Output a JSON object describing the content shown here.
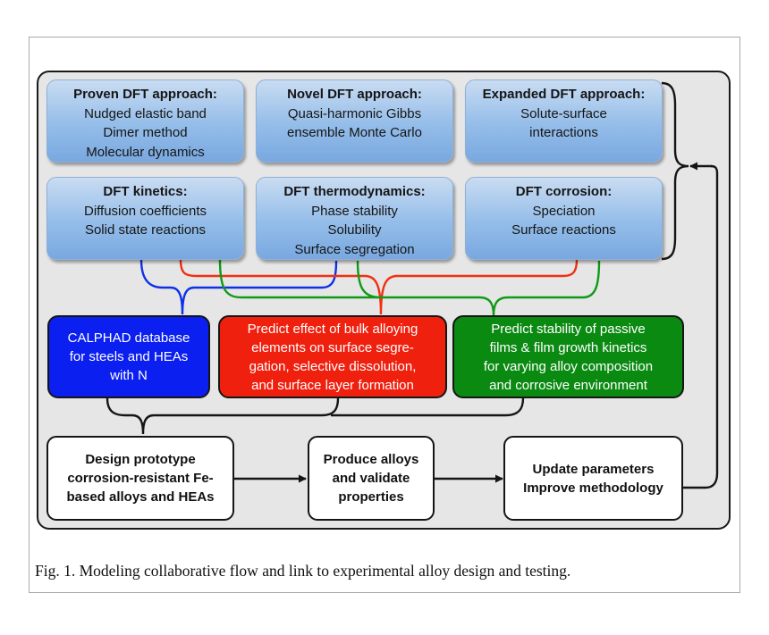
{
  "diagram": {
    "dft_boxes": [
      {
        "title": "Proven DFT approach:",
        "lines": [
          "Nudged elastic band",
          "Dimer method",
          "Molecular dynamics"
        ]
      },
      {
        "title": "Novel DFT approach:",
        "lines": [
          "Quasi-harmonic Gibbs",
          "ensemble Monte Carlo"
        ]
      },
      {
        "title": "Expanded DFT approach:",
        "lines": [
          "Solute-surface",
          "interactions"
        ]
      },
      {
        "title": "DFT kinetics:",
        "lines": [
          "Diffusion coefficients",
          "Solid state reactions"
        ]
      },
      {
        "title": "DFT thermodynamics:",
        "lines": [
          "Phase stability",
          "Solubility",
          "Surface segregation"
        ]
      },
      {
        "title": "DFT corrosion:",
        "lines": [
          "Speciation",
          "Surface reactions"
        ]
      }
    ],
    "middle_boxes": [
      {
        "lines": [
          "CALPHAD database",
          "for steels and HEAs",
          "with N"
        ],
        "color": "#0a1ff0"
      },
      {
        "lines": [
          "Predict effect of bulk alloying",
          "elements on surface segre-",
          "gation, selective dissolution,",
          "and surface layer formation"
        ],
        "color": "#f0200e"
      },
      {
        "lines": [
          "Predict stability of passive",
          "films  & film growth kinetics",
          "for varying alloy composition",
          "and corrosive environment"
        ],
        "color": "#0b8a12"
      }
    ],
    "bottom_boxes": [
      {
        "lines": [
          "Design prototype",
          "corrosion-resistant Fe-",
          "based alloys and HEAs"
        ]
      },
      {
        "lines": [
          "Produce alloys",
          "and validate",
          "properties"
        ]
      },
      {
        "lines": [
          "Update parameters",
          "Improve methodology"
        ]
      }
    ],
    "connector_colors": {
      "blue": "#1030e8",
      "red": "#f03010",
      "green": "#109a18",
      "black": "#151515"
    }
  },
  "caption": "Fig. 1. Modeling collaborative flow and link to experimental alloy design and testing."
}
